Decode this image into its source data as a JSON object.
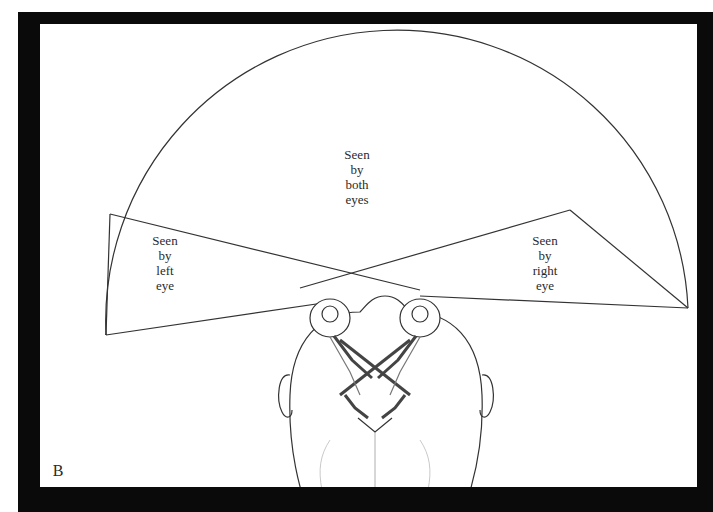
{
  "diagram": {
    "labels": [
      "Seen by both eyes",
      "Seen by left eye",
      "Seen by right eye",
      "B"
    ]
  }
}
